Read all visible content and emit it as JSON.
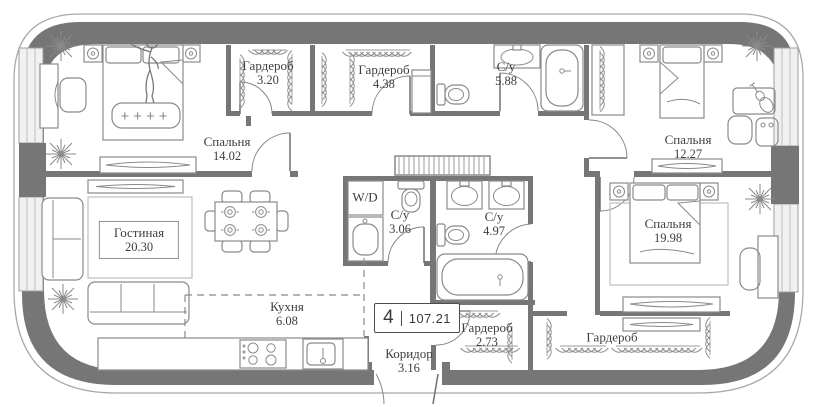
{
  "badge": {
    "rooms_count": "4",
    "total_area": "107.21"
  },
  "rooms": [
    {
      "id": "bedroom-1",
      "name": "Спальня",
      "area": "14.02"
    },
    {
      "id": "wardrobe-1",
      "name": "Гардероб",
      "area": "3.20"
    },
    {
      "id": "wardrobe-2",
      "name": "Гардероб",
      "area": "4.38"
    },
    {
      "id": "bathroom-1",
      "name": "С/у",
      "area": "5.88"
    },
    {
      "id": "bedroom-2",
      "name": "Спальня",
      "area": "12.27"
    },
    {
      "id": "living-room",
      "name": "Гостиная",
      "area": "20.30"
    },
    {
      "id": "laundry",
      "name": "W/D",
      "area": ""
    },
    {
      "id": "bathroom-2",
      "name": "С/у",
      "area": "3.06"
    },
    {
      "id": "bathroom-3",
      "name": "С/у",
      "area": "4.97"
    },
    {
      "id": "bedroom-3",
      "name": "Спальня",
      "area": "19.98"
    },
    {
      "id": "kitchen",
      "name": "Кухня",
      "area": "6.08"
    },
    {
      "id": "wardrobe-3",
      "name": "Гардероб",
      "area": "2.73"
    },
    {
      "id": "wardrobe-4",
      "name": "Гардероб",
      "area": ""
    },
    {
      "id": "corridor",
      "name": "Коридор",
      "area": "3.16"
    }
  ],
  "decor": {
    "bed_blanket_pattern": "++++"
  },
  "colors": {
    "wall": "#767676",
    "furniture_stroke": "#8a8a8a",
    "text": "#3e3e3e",
    "background": "#ffffff"
  }
}
